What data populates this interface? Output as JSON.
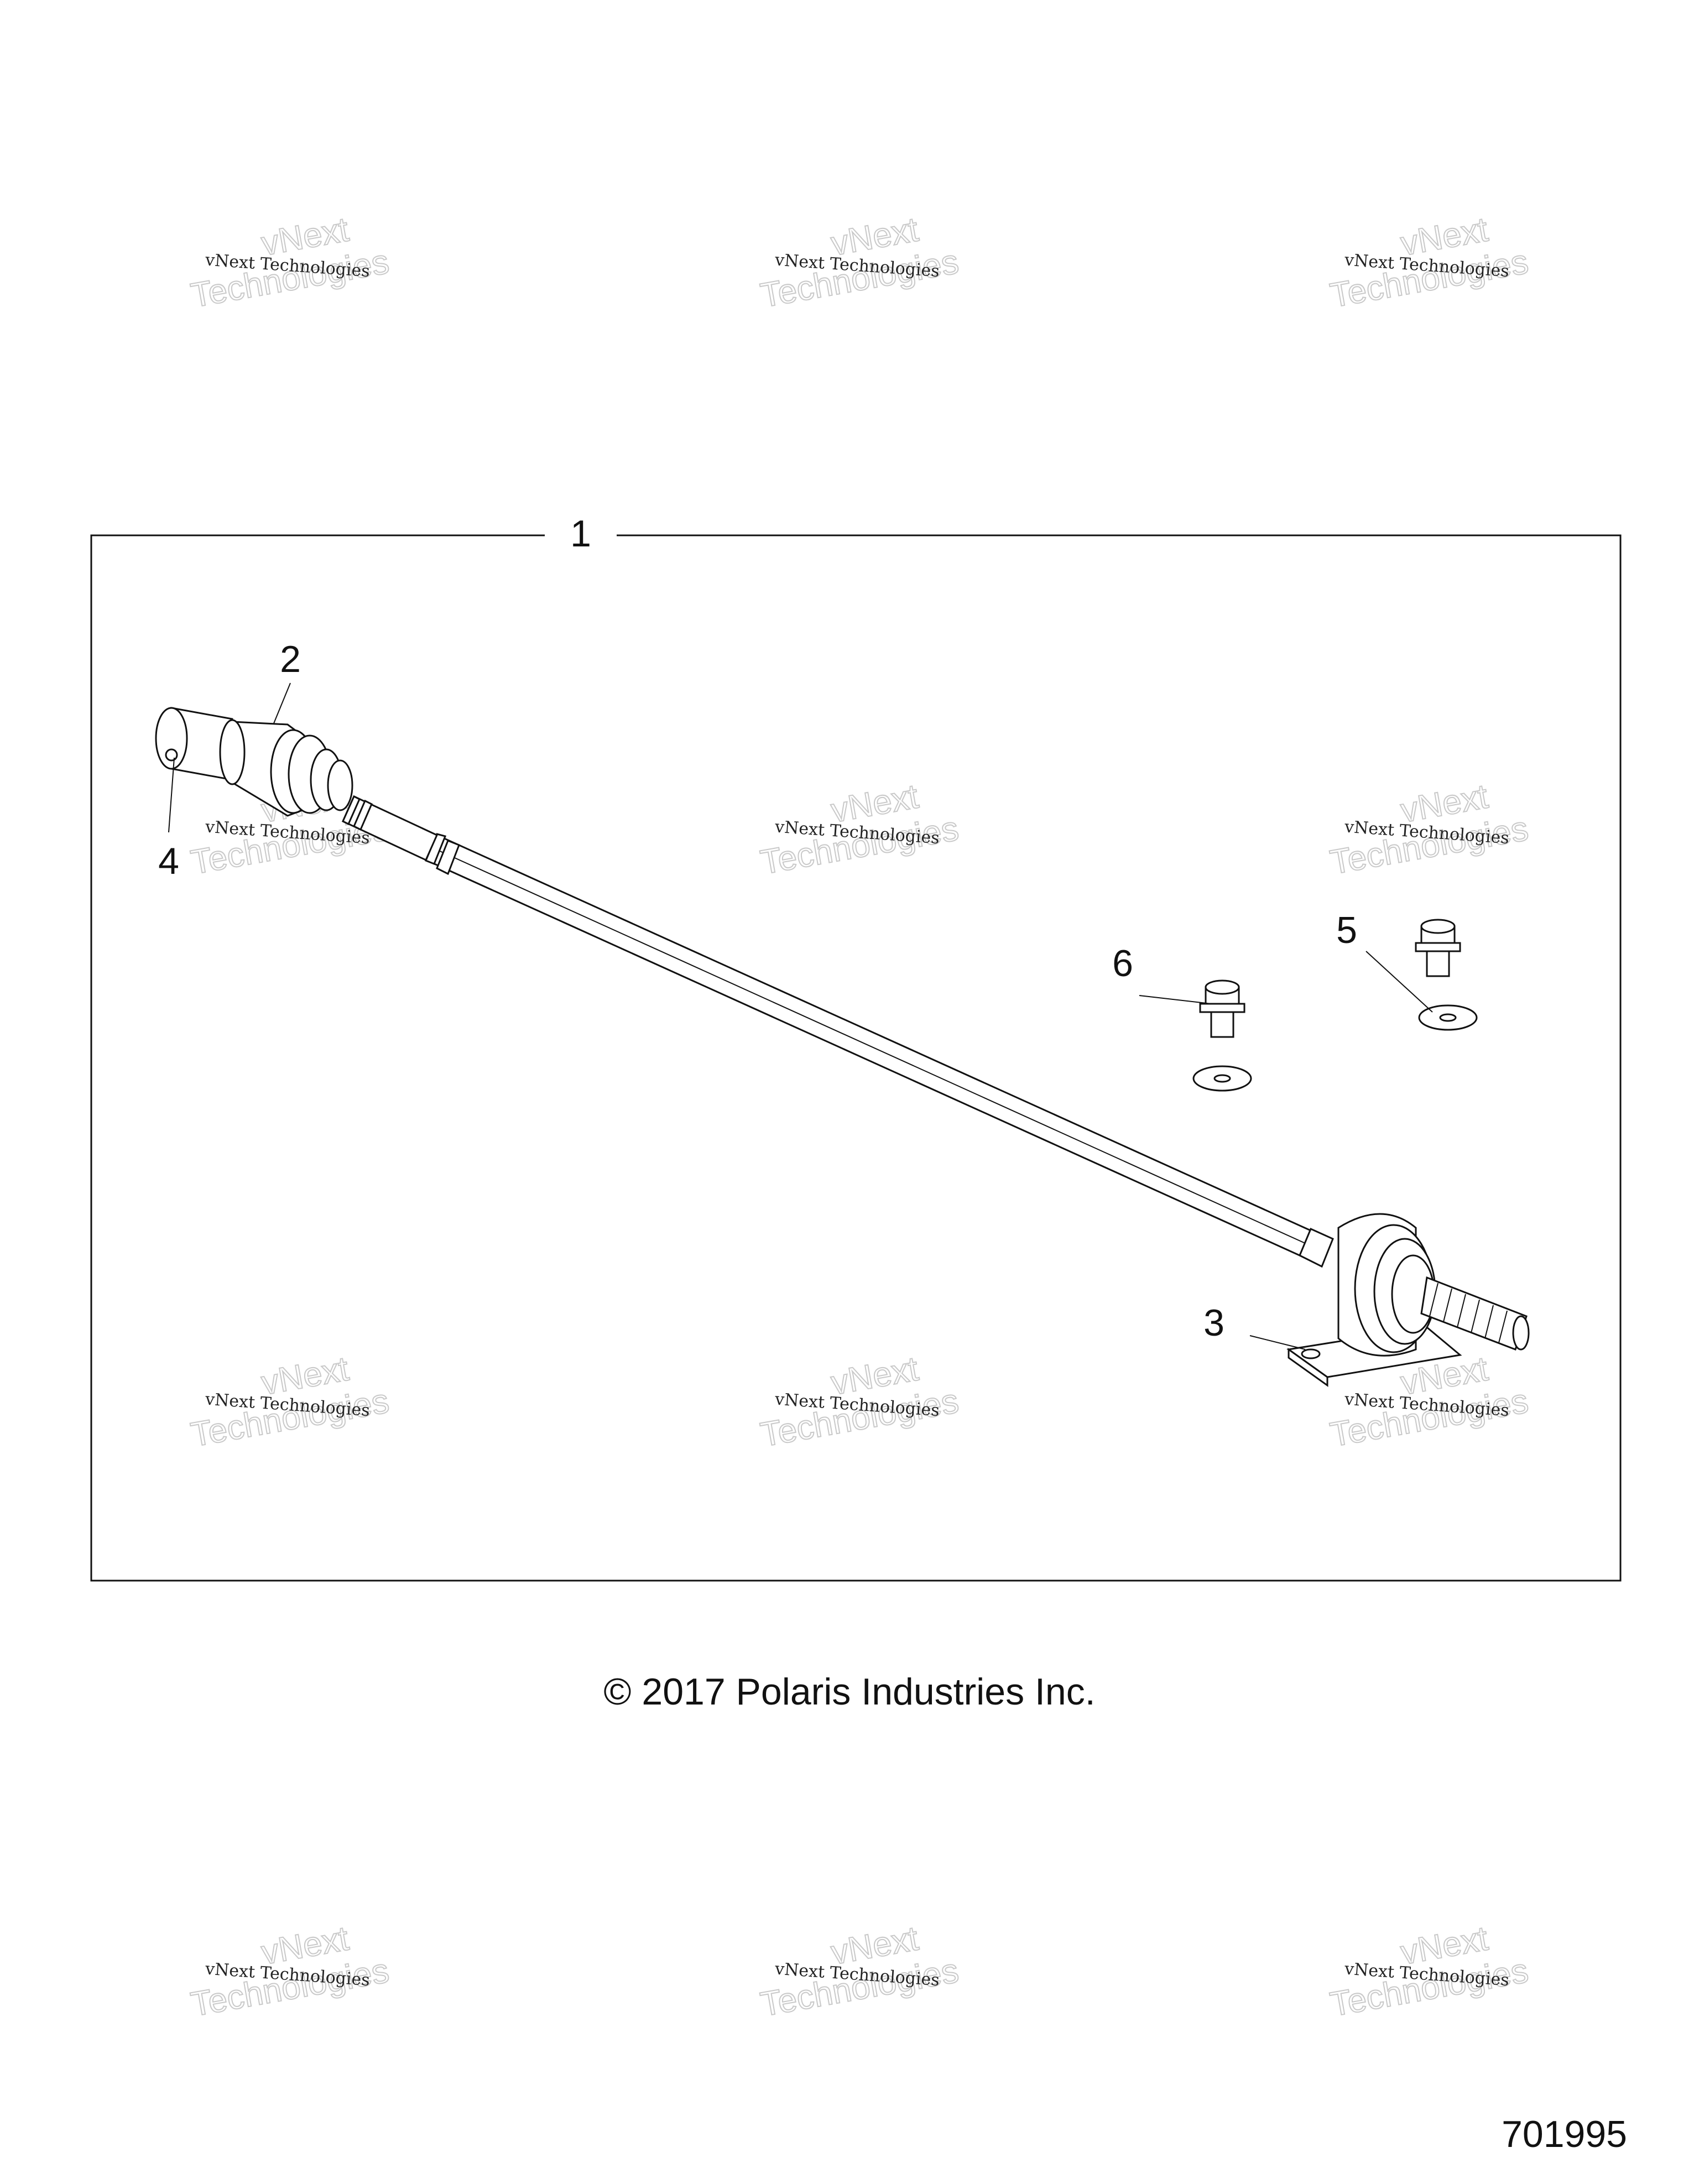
{
  "callouts": [
    {
      "id": "1",
      "part": "shaft-assembly"
    },
    {
      "id": "2",
      "part": "cv-joint-boot"
    },
    {
      "id": "3",
      "part": "bearing-carrier"
    },
    {
      "id": "4",
      "part": "retaining-clip"
    },
    {
      "id": "5",
      "part": "bolt-and-washer-right"
    },
    {
      "id": "6",
      "part": "bolt-and-washer-left"
    }
  ],
  "watermark": {
    "brand_line": "vNext Technologies",
    "big_line": "Technologies",
    "logo_line": "vNext"
  },
  "copyright": "© 2017 Polaris Industries Inc.",
  "drawing_number": "701995",
  "colors": {
    "line": "#111111",
    "watermark_outline": "#c9c9c9",
    "background": "#ffffff"
  }
}
